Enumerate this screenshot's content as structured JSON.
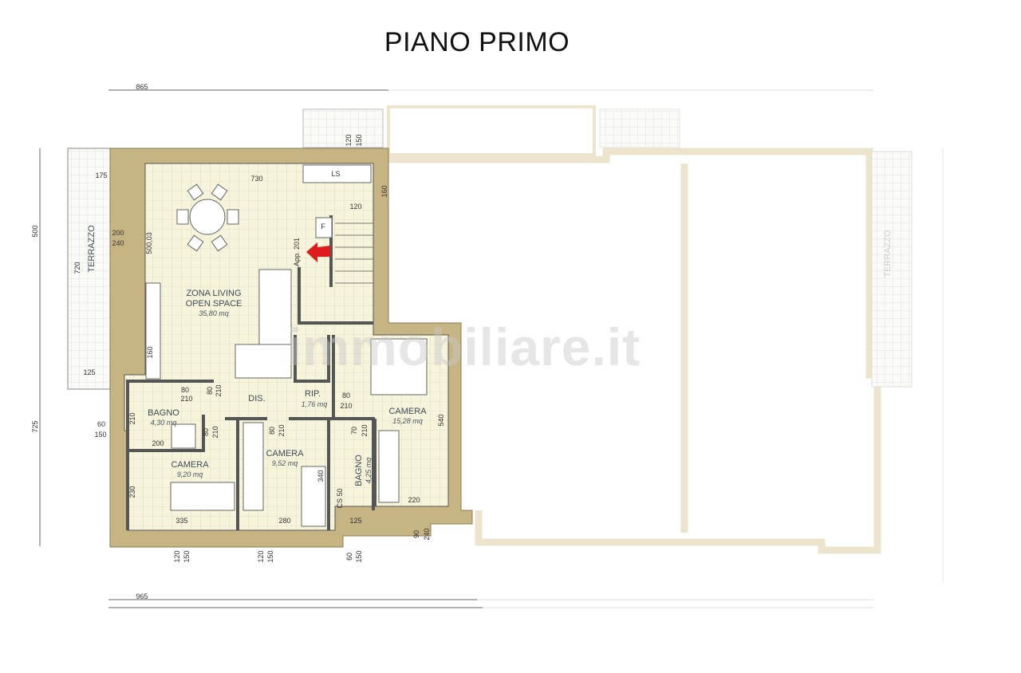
{
  "title": "PIANO PRIMO",
  "watermark": "immobiliare.it",
  "colors": {
    "wall": "#c6b582",
    "floor": "#f7f4dc",
    "grid": "#dcd8bc",
    "faded_wall": "#ece4cc",
    "arrow": "#e01b1b"
  },
  "rooms": {
    "living": {
      "name1": "ZONA LIVING",
      "name2": "OPEN SPACE",
      "area": "35,80 mq"
    },
    "bagno1": {
      "name": "BAGNO",
      "area": "4,30 mq"
    },
    "dis": {
      "name": "DIS."
    },
    "rip": {
      "name": "RIP.",
      "area": "1,76 mq"
    },
    "camera1": {
      "name": "CAMERA",
      "area": "15,28 mq"
    },
    "camera2": {
      "name": "CAMERA",
      "area": "9,20 mq"
    },
    "camera3": {
      "name": "CAMERA",
      "area": "9,52 mq"
    },
    "bagno2": {
      "name": "BAGNO",
      "area": "4,25 mq"
    },
    "terrazzo_left": "TERRAZZO",
    "terrazzo_right": "TERRAZZO"
  },
  "fixtures": {
    "ls": "LS",
    "f": "F",
    "app": "App. 201",
    "cs": "CS 50"
  },
  "dimensions": {
    "top_total": "865",
    "bottom_total": "965",
    "left_upper": "500",
    "left_lower": "725",
    "terr_w": "175",
    "win_a": "200",
    "win_b": "240",
    "terr_len": "720",
    "terr_bottom": "125",
    "living_w": "730",
    "living_h": "500,03",
    "living_160": "160",
    "kitchen_160": "160",
    "kitchen_120": "120",
    "top_win_a": "120",
    "top_win_b": "150",
    "d80a": "80",
    "d210a": "210",
    "d80b": "80",
    "d210b": "210",
    "d80c": "80",
    "d210c": "210",
    "d80d": "80",
    "d210d": "210",
    "d80e": "80",
    "d210e": "210",
    "d70": "70",
    "d210f": "210",
    "bagno_210": "210",
    "bagno_200": "200",
    "left_60": "60",
    "left_150": "150",
    "cam_540": "540",
    "cam_220": "220",
    "cam2_230": "230",
    "cam2_335": "335",
    "cam3_280": "280",
    "cam3_340": "340",
    "bagno2_125": "125",
    "b1a": "120",
    "b1b": "150",
    "b2a": "120",
    "b2b": "150",
    "b3a": "60",
    "b3b": "150",
    "b4a": "90",
    "b4b": "240"
  }
}
